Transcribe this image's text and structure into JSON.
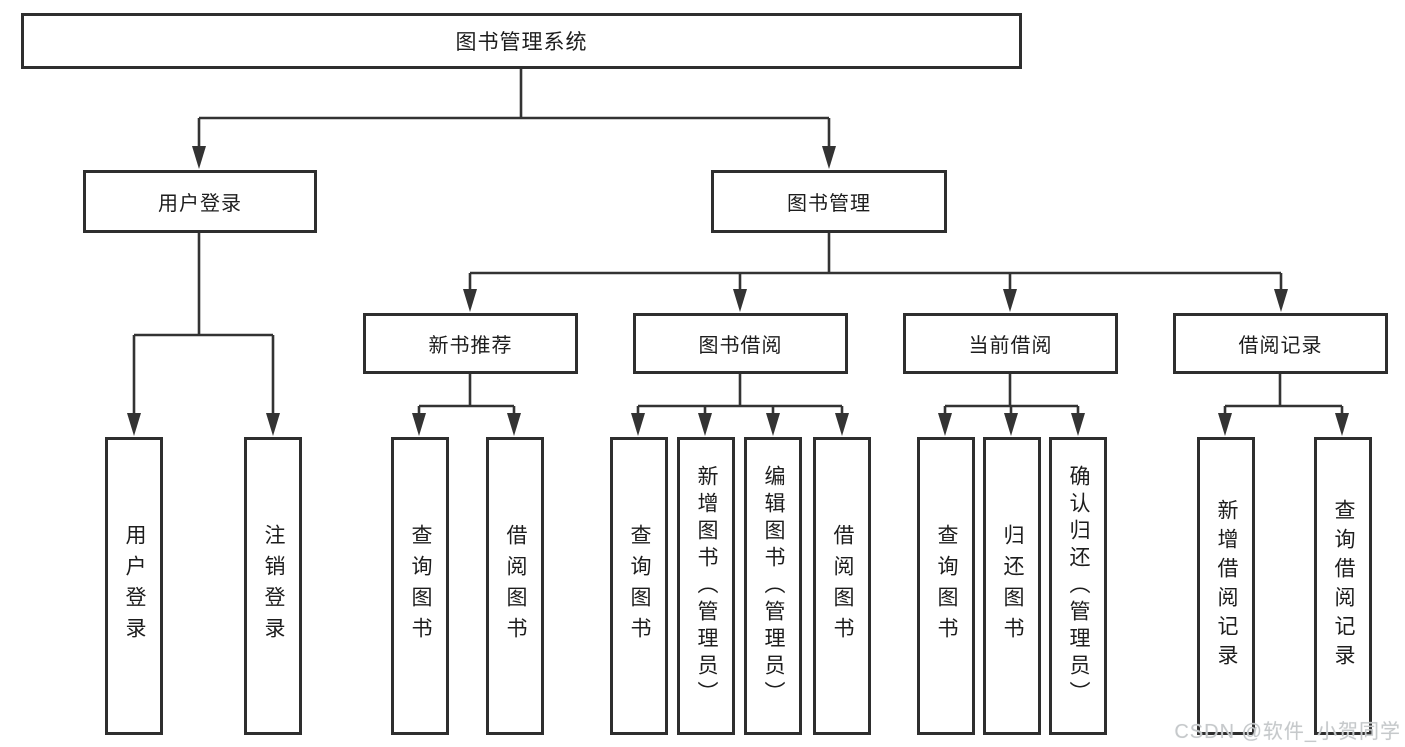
{
  "diagram": {
    "title": "图书管理系统",
    "root": "图书管理系统",
    "level2": {
      "user_login": "用户登录",
      "book_mgmt": "图书管理"
    },
    "level3": {
      "new_books": "新书推荐",
      "borrow": "图书借阅",
      "current": "当前借阅",
      "records": "借阅记录"
    },
    "leaves": {
      "user_login": [
        "用户登录",
        "注销登录"
      ],
      "new_books": [
        "查询图书",
        "借阅图书"
      ],
      "borrow": [
        "查询图书",
        "新增图书（管理员）",
        "编辑图书（管理员）",
        "借阅图书"
      ],
      "current": [
        "查询图书",
        "归还图书",
        "确认归还（管理员）"
      ],
      "records": [
        "新增借阅记录",
        "查询借阅记录"
      ]
    }
  },
  "watermark": {
    "text": "CSDN @软件_小贺同学"
  },
  "colors": {
    "line": "#333333",
    "box_border": "#2e2e2e",
    "text": "#1d1d1d",
    "watermark": "#c6c9cb",
    "background": "#ffffff"
  }
}
